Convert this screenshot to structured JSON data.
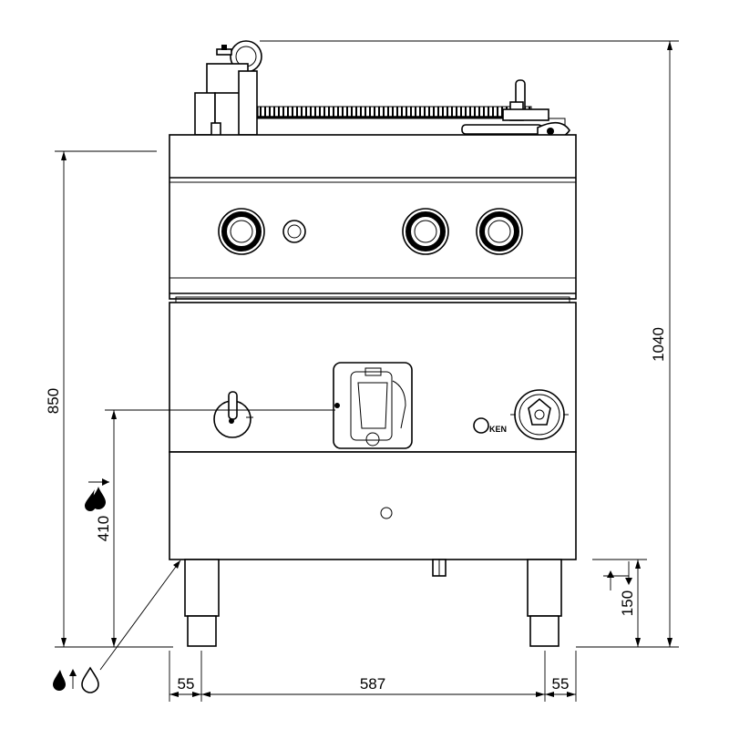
{
  "dimensions": {
    "total_height": "1040",
    "body_height": "850",
    "water_inlet_height": "410",
    "foot_adjust": "150",
    "side_left": "55",
    "width_center": "587",
    "side_right": "55"
  },
  "labels": {
    "brand_logo": "KEN"
  },
  "icons": {
    "water_inlet": "water-drop-arrow-icon",
    "drain": "drain-water-drops-icon",
    "foot_adjust": "adjust-arrows-icon"
  },
  "colors": {
    "line": "#000000",
    "background": "#ffffff"
  }
}
